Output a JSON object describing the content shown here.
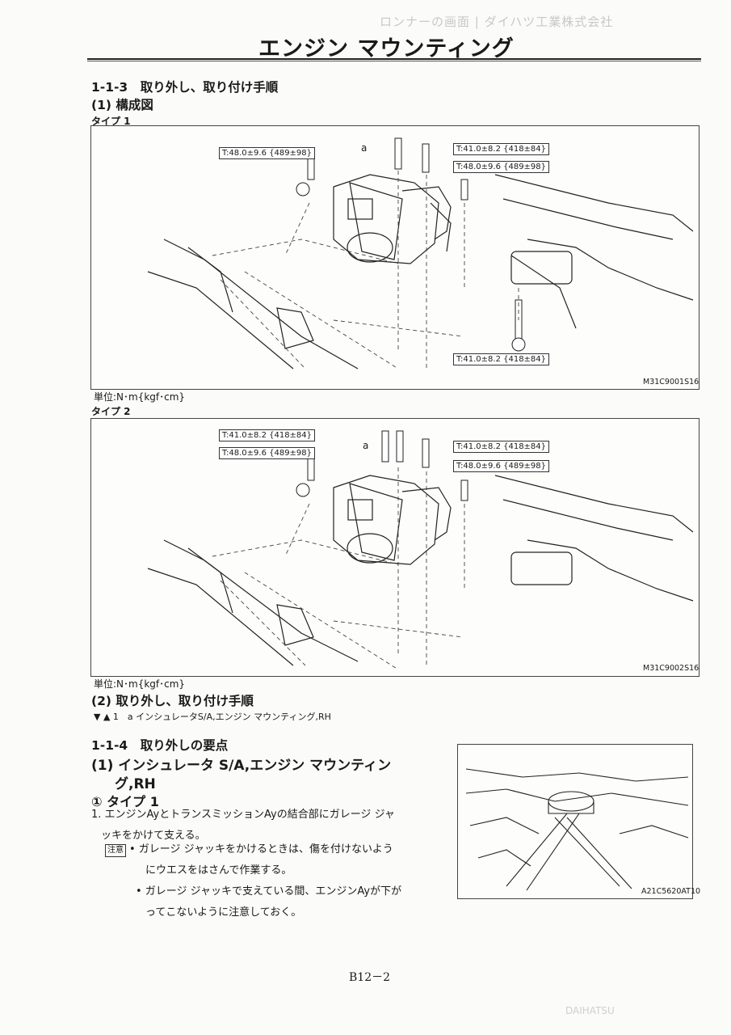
{
  "page": {
    "title": "エンジン マウンティング",
    "ghost_header": "ロンナーの画面 | ダイハツ工業株式会社",
    "footer_page": "B12－2",
    "ghost_footer": "DAIHATSU"
  },
  "section_113": {
    "heading": "1-1-3　取り外し、取り付け手順",
    "sub1": "(1) 構成図",
    "type1_label": "タイプ 1",
    "type2_label": "タイプ 2",
    "unit1": "単位:N･m{kgf･cm}",
    "unit2": "単位:N･m{kgf･cm}",
    "sub2": "(2) 取り外し、取り付け手順",
    "procedure": "▼ ▲ 1　a インシュレータS/A,エンジン マウンティング,RH"
  },
  "figure1": {
    "callout_a": "a",
    "t_left": "T:48.0±9.6 {489±98}",
    "t_top_right": "T:41.0±8.2 {418±84}",
    "t_right": "T:48.0±9.6 {489±98}",
    "t_bottom": "T:41.0±8.2 {418±84}",
    "code": "M31C9001S16"
  },
  "figure2": {
    "callout_a": "a",
    "t_left_top": "T:41.0±8.2 {418±84}",
    "t_left": "T:48.0±9.6 {489±98}",
    "t_top_right": "T:41.0±8.2 {418±84}",
    "t_right": "T:48.0±9.6 {489±98}",
    "code": "M31C9002S16"
  },
  "section_114": {
    "heading": "1-1-4　取り外しの要点",
    "sub1_line1": "(1) インシュレータ S/A,エンジン マウンティン",
    "sub1_line2": "グ,RH",
    "type_label": "① タイプ 1",
    "step1_num": "1.",
    "step1_line1": "エンジンAyとトランスミッションAyの結合部にガレージ ジャ",
    "step1_line2": "ッキをかけて支える。",
    "note_badge": "注意",
    "note1_line1": "• ガレージ ジャッキをかけるときは、傷を付けないよう",
    "note1_line2": "にウエスをはさんで作業する。",
    "note2_line1": "• ガレージ ジャッキで支えている間、エンジンAyが下が",
    "note2_line2": "ってこないように注意しておく。",
    "photo_code": "A21C5620AT10"
  }
}
